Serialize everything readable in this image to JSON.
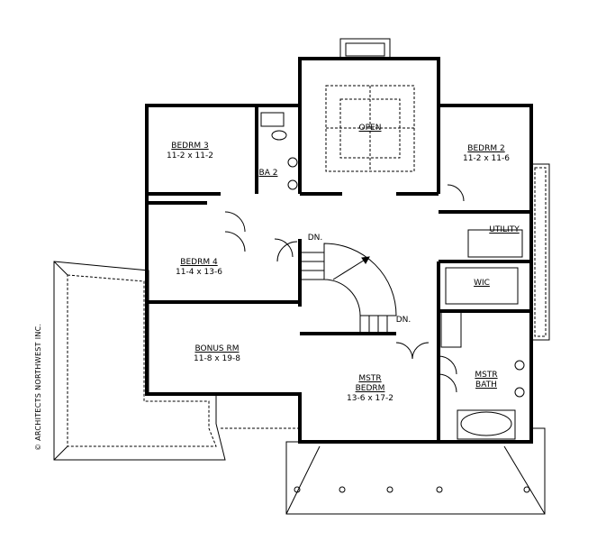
{
  "rooms": {
    "open": {
      "name": "OPEN"
    },
    "bedrm3": {
      "name": "BEDRM 3",
      "size": "11-2 x 11-2"
    },
    "ba2": {
      "name": "BA 2"
    },
    "bedrm2": {
      "name": "BEDRM 2",
      "size": "11-2 x 11-6"
    },
    "utility": {
      "name": "UTILITY"
    },
    "bedrm4": {
      "name": "BEDRM 4",
      "size": "11-4 x 13-6"
    },
    "wic": {
      "name": "WIC"
    },
    "bonus": {
      "name": "BONUS RM",
      "size": "11-8 x 19-8"
    },
    "mstr_bedrm": {
      "name1": "MSTR",
      "name2": "BEDRM",
      "size": "13-6 x 17-2"
    },
    "mstr_bath": {
      "name1": "MSTR",
      "name2": "BATH"
    }
  },
  "stairs": {
    "down1": "DN.",
    "down2": "DN."
  },
  "copyright": "© ARCHITECTS NORTHWEST INC.",
  "colors": {
    "wall": "#000000",
    "background": "#ffffff"
  }
}
